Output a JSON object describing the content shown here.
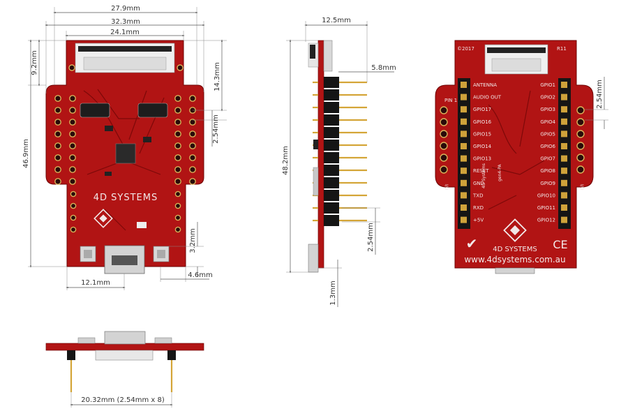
{
  "dimensions": {
    "width_top": "27.9mm",
    "width_mid": "32.3mm",
    "width_inner": "24.1mm",
    "height_left": "46.9mm",
    "connector_height": "9.2mm",
    "connector_to_header": "14.3mm",
    "pin_pitch_front": "2.54mm",
    "usb_height": "3.2mm",
    "usb_offset": "4.6mm",
    "usb_center": "12.1mm",
    "side_thickness": "12.5mm",
    "pin_length": "5.8mm",
    "side_height": "48.2mm",
    "side_pitch": "2.54mm",
    "side_bottom": "1.3mm",
    "back_pitch": "2.54mm",
    "bottom_span": "20.32mm (2.54mm x 8)"
  },
  "front_board": {
    "brand": "4D SYSTEMS"
  },
  "back_board": {
    "year": "©2017",
    "revision": "R11",
    "pin1": "PIN 1",
    "left_labels": [
      "ANTENNA",
      "AUDIO OUT",
      "GPIO17",
      "GPIO16",
      "GPIO15",
      "GPIO14",
      "GPIO13",
      "RESET",
      "GND",
      "TXD",
      "RXD",
      "+5V"
    ],
    "right_labels": [
      "GPIO1",
      "GPIO2",
      "GPIO3",
      "GPIO4",
      "GPIO5",
      "GPIO6",
      "GPIO7",
      "GPIO8",
      "GPIO9",
      "GPIO10",
      "GPIO11",
      "GPIO12"
    ],
    "left_io": "I/O",
    "right_io": "I/O",
    "brand": "4D SYSTEMS",
    "website": "www.4dsystems.com.au",
    "ce_mark": "CE",
    "rcm_mark": "✔",
    "vertical_label_1": "gen4-PA",
    "vertical_label_2": "4D Systems"
  }
}
